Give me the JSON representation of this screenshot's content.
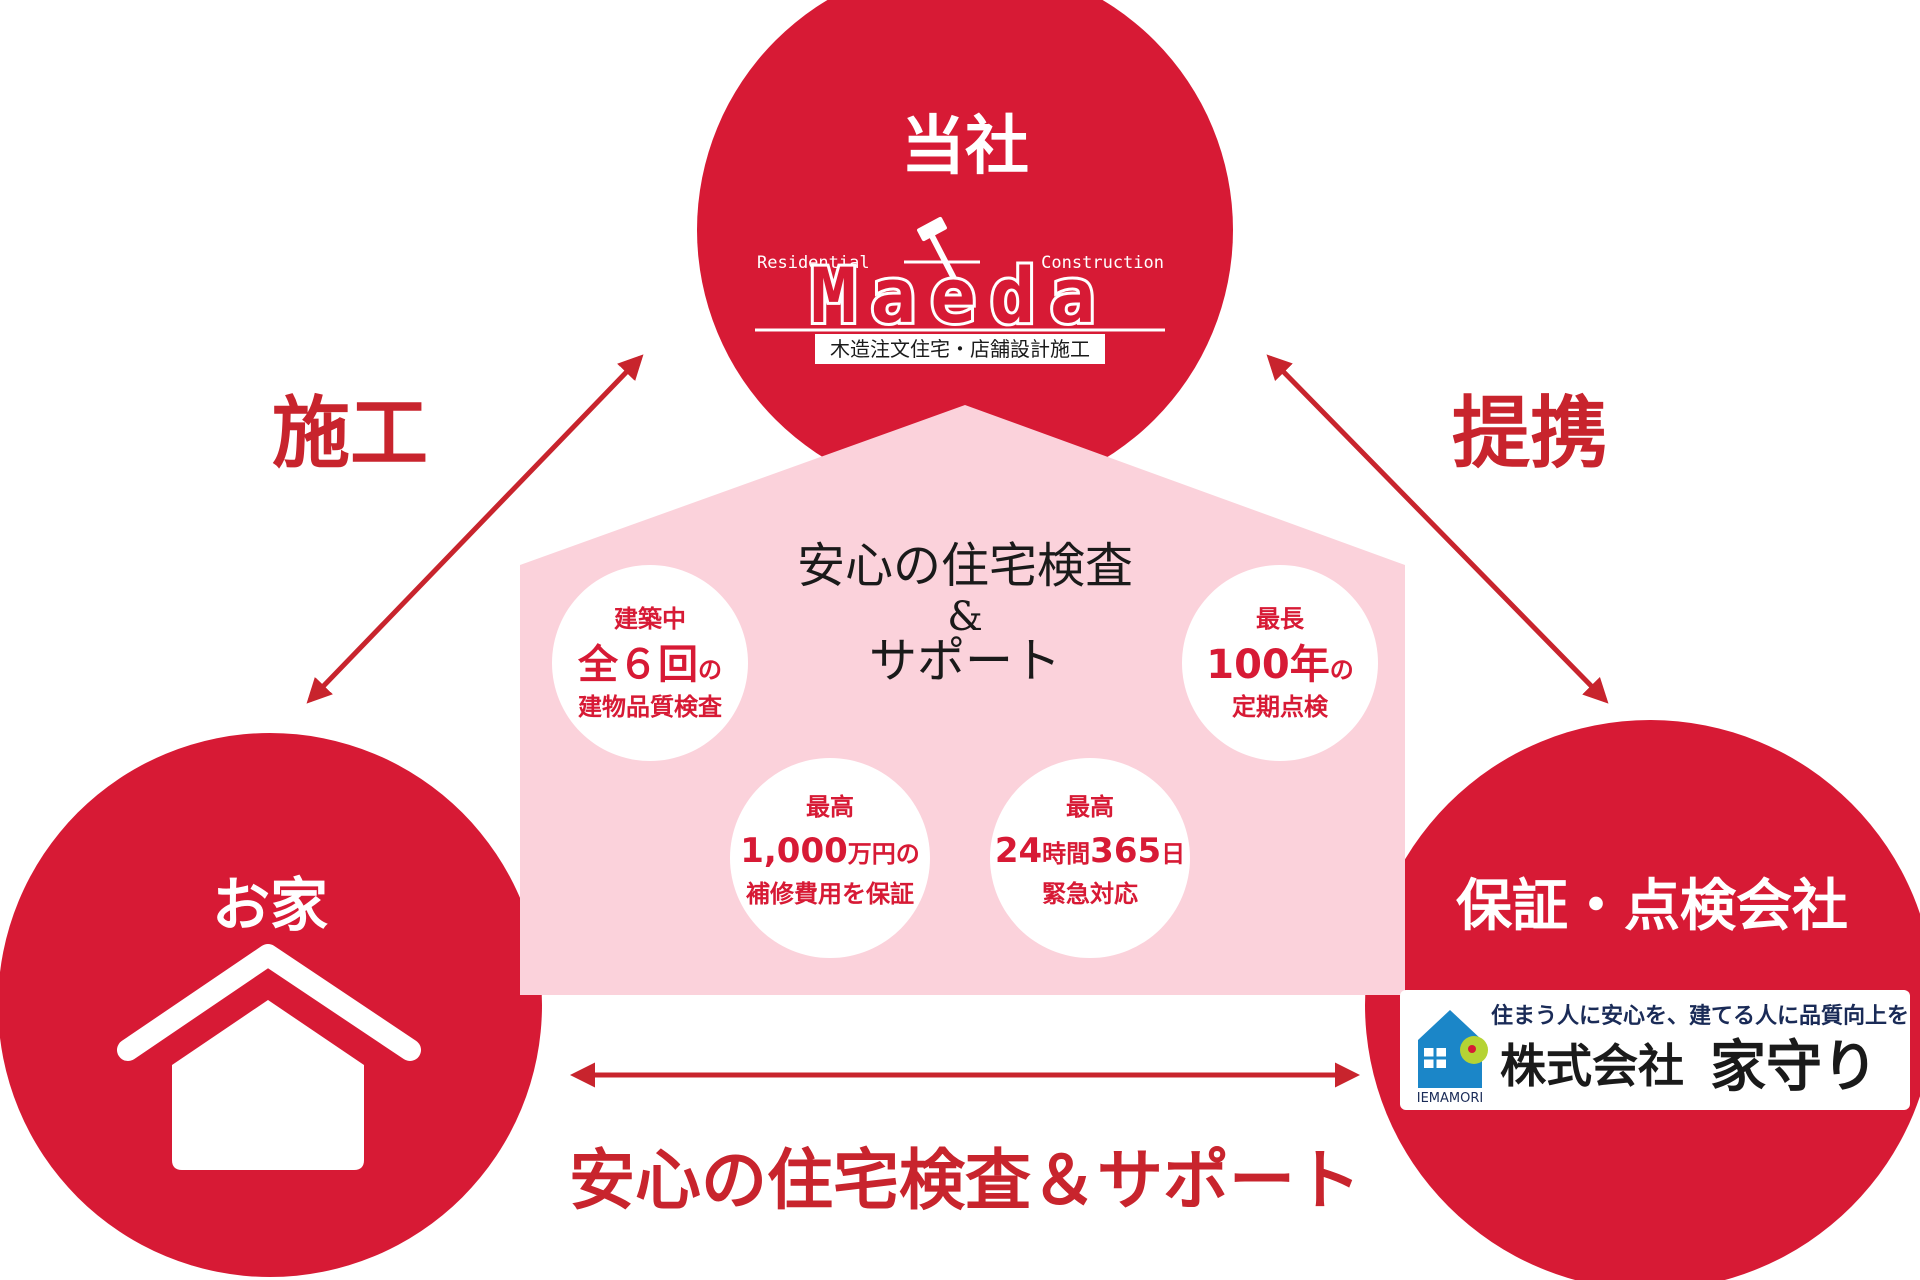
{
  "colors": {
    "red": "#D71A35",
    "dark_red": "#C8242D",
    "pink": "#FBD2DB",
    "white": "#FFFFFF",
    "blue": "#1B86C8",
    "navy": "#1A2B57",
    "lime": "#B5D334"
  },
  "nodes": {
    "company": {
      "title": "当社",
      "logo": {
        "top_left": "Residential",
        "top_right": "Construction",
        "wordmark": "Maeda",
        "tagline": "木造注文住宅・店舗設計施工"
      }
    },
    "home": {
      "title": "お家",
      "icon": "house-icon"
    },
    "guarantor": {
      "title": "保証・点検会社",
      "logo": {
        "tagline": "住まう人に安心を、建てる人に品質向上を",
        "name_a": "株式会社",
        "name_b": "家守り",
        "romaji": "IEMAMORI"
      }
    }
  },
  "relations": {
    "left": "施工",
    "right": "提携",
    "bottom": "安心の住宅検査＆サポート"
  },
  "center": {
    "title": "安心の住宅検査",
    "amp": "&",
    "subtitle": "サポート",
    "features": [
      {
        "line1": "建築中",
        "line2a": "全６回",
        "line2b": "の",
        "line3": "建物品質検査"
      },
      {
        "line1": "最長",
        "line2a": "100年",
        "line2b": "の",
        "line3": "定期点検"
      },
      {
        "line1": "最高",
        "line2a": "1,000",
        "line2b": "万円の",
        "line3": "補修費用を保証"
      },
      {
        "line1": "最高",
        "line2a": "24",
        "line2b": "時間",
        "line2c": "365",
        "line2d": "日",
        "line3": "緊急対応"
      }
    ]
  }
}
